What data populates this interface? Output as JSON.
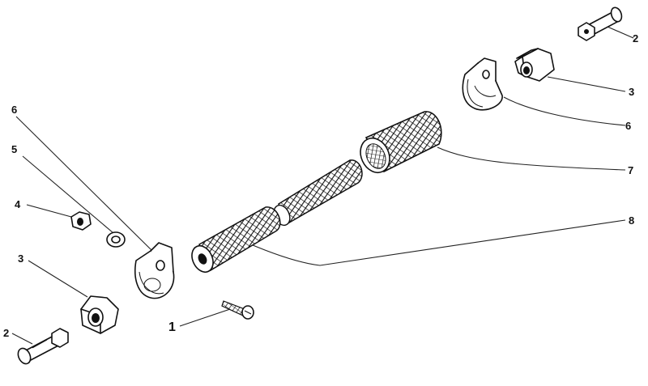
{
  "callouts": [
    {
      "id": "c1",
      "text": "1"
    },
    {
      "id": "c2a",
      "text": "2"
    },
    {
      "id": "c2b",
      "text": "2"
    },
    {
      "id": "c3a",
      "text": "3"
    },
    {
      "id": "c3b",
      "text": "3"
    },
    {
      "id": "c4",
      "text": "4"
    },
    {
      "id": "c5",
      "text": "5"
    },
    {
      "id": "c6a",
      "text": "6"
    },
    {
      "id": "c6b",
      "text": "6"
    },
    {
      "id": "c7",
      "text": "7"
    },
    {
      "id": "c8",
      "text": "8"
    }
  ]
}
